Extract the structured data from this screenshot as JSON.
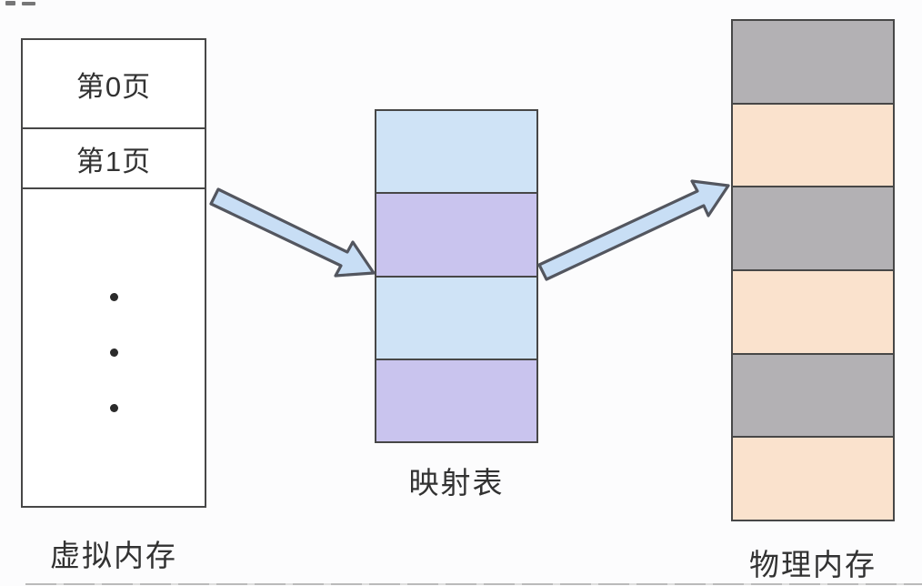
{
  "colors": {
    "background": "#fcfcfd",
    "box_border": "#474747",
    "text": "#323232",
    "dot": "#2b2b2b",
    "light_blue": "#cfe3f6",
    "light_purple": "#c9c4ee",
    "gray": "#b3b1b4",
    "peach": "#fae2cd",
    "arrow_fill": "#c8def5",
    "arrow_stroke": "#53565f"
  },
  "virtual_memory": {
    "label": "虚拟内存",
    "pages": [
      "第0页",
      "第1页"
    ],
    "ellipsis_dot_count": 3
  },
  "mapping_table": {
    "label": "映射表",
    "row_colors": [
      "light_blue",
      "light_purple",
      "light_blue",
      "light_purple"
    ]
  },
  "physical_memory": {
    "label": "物理内存",
    "row_colors": [
      "gray",
      "peach",
      "gray",
      "peach",
      "gray",
      "peach"
    ]
  },
  "arrows": [
    {
      "from": "virtual_memory",
      "to": "mapping_table"
    },
    {
      "from": "mapping_table",
      "to": "physical_memory"
    }
  ]
}
